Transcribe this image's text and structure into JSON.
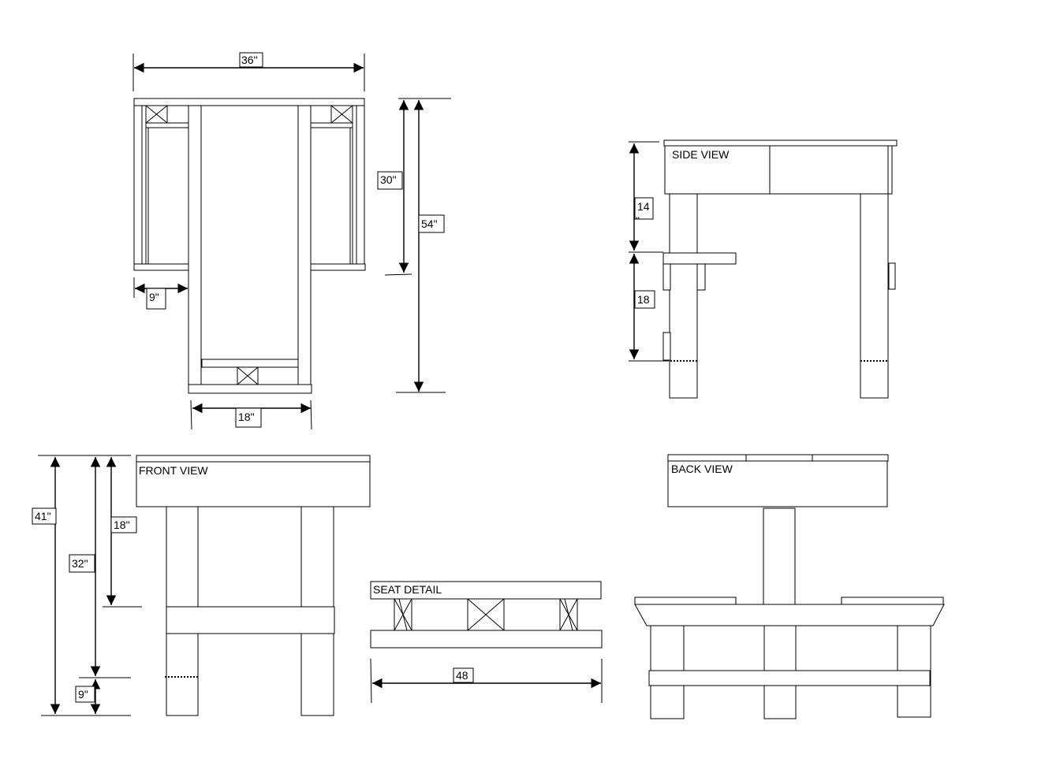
{
  "top_plan": {
    "width_label": "36\"",
    "depth_label": "30\"",
    "overall_label": "54\"",
    "side_label": "9\"",
    "bottom_label": "18\""
  },
  "side_view": {
    "title": "SIDE VIEW",
    "upper_label": "14",
    "upper_label_tail": "\"",
    "lower_label": "18"
  },
  "front_view": {
    "title": "FRONT VIEW",
    "overall_label": "41\"",
    "mid_label": "32\"",
    "seat_label": "18\"",
    "foot_label": "9\""
  },
  "seat_detail": {
    "title": "SEAT DETAIL",
    "width_label": "48"
  },
  "back_view": {
    "title": "BACK VIEW"
  }
}
